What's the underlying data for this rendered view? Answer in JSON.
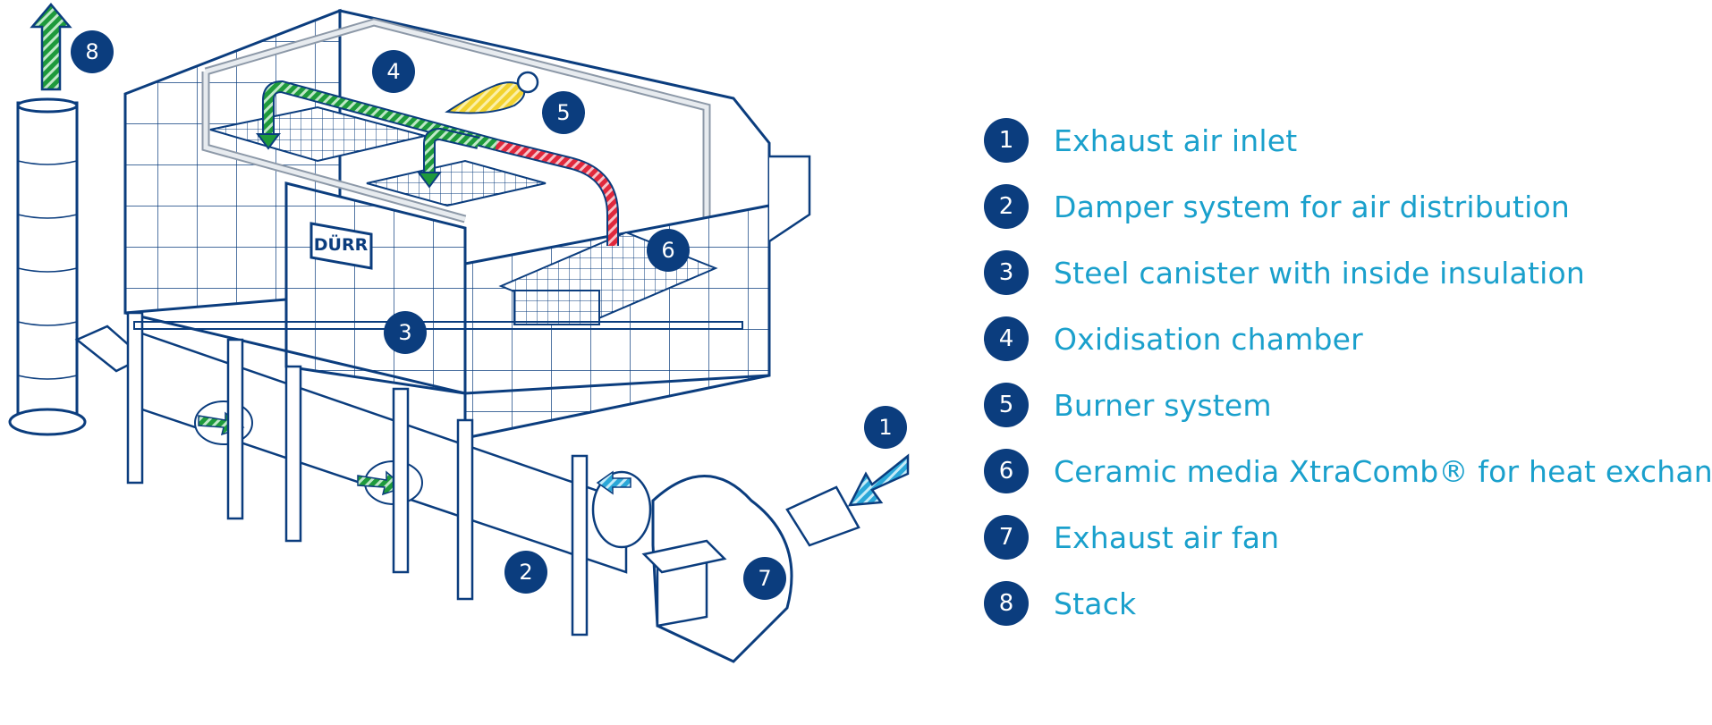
{
  "logo_text": "DÜRR",
  "callouts": [
    "1",
    "2",
    "3",
    "4",
    "5",
    "6",
    "7",
    "8"
  ],
  "legend": [
    {
      "number": "1",
      "label": "Exhaust air inlet"
    },
    {
      "number": "2",
      "label": "Damper system for air distribution"
    },
    {
      "number": "3",
      "label": "Steel canister with inside insulation"
    },
    {
      "number": "4",
      "label": "Oxidisation chamber"
    },
    {
      "number": "5",
      "label": "Burner system"
    },
    {
      "number": "6",
      "label": "Ceramic media XtraComb® for heat exchange"
    },
    {
      "number": "7",
      "label": "Exhaust air fan"
    },
    {
      "number": "8",
      "label": "Stack"
    }
  ],
  "colors": {
    "outline": "#0b3d7e",
    "badge": "#0b3d7e",
    "label": "#1aa0cc",
    "arrow_green": "#1e9a3c",
    "arrow_red": "#e0283c",
    "arrow_blue": "#2aa7d8",
    "flame": "#f2d22e"
  },
  "icons": {
    "up-arrow": "stack-exhaust-arrow-icon",
    "inlet-arrow": "inlet-arrow-icon",
    "flame": "flame-icon"
  }
}
